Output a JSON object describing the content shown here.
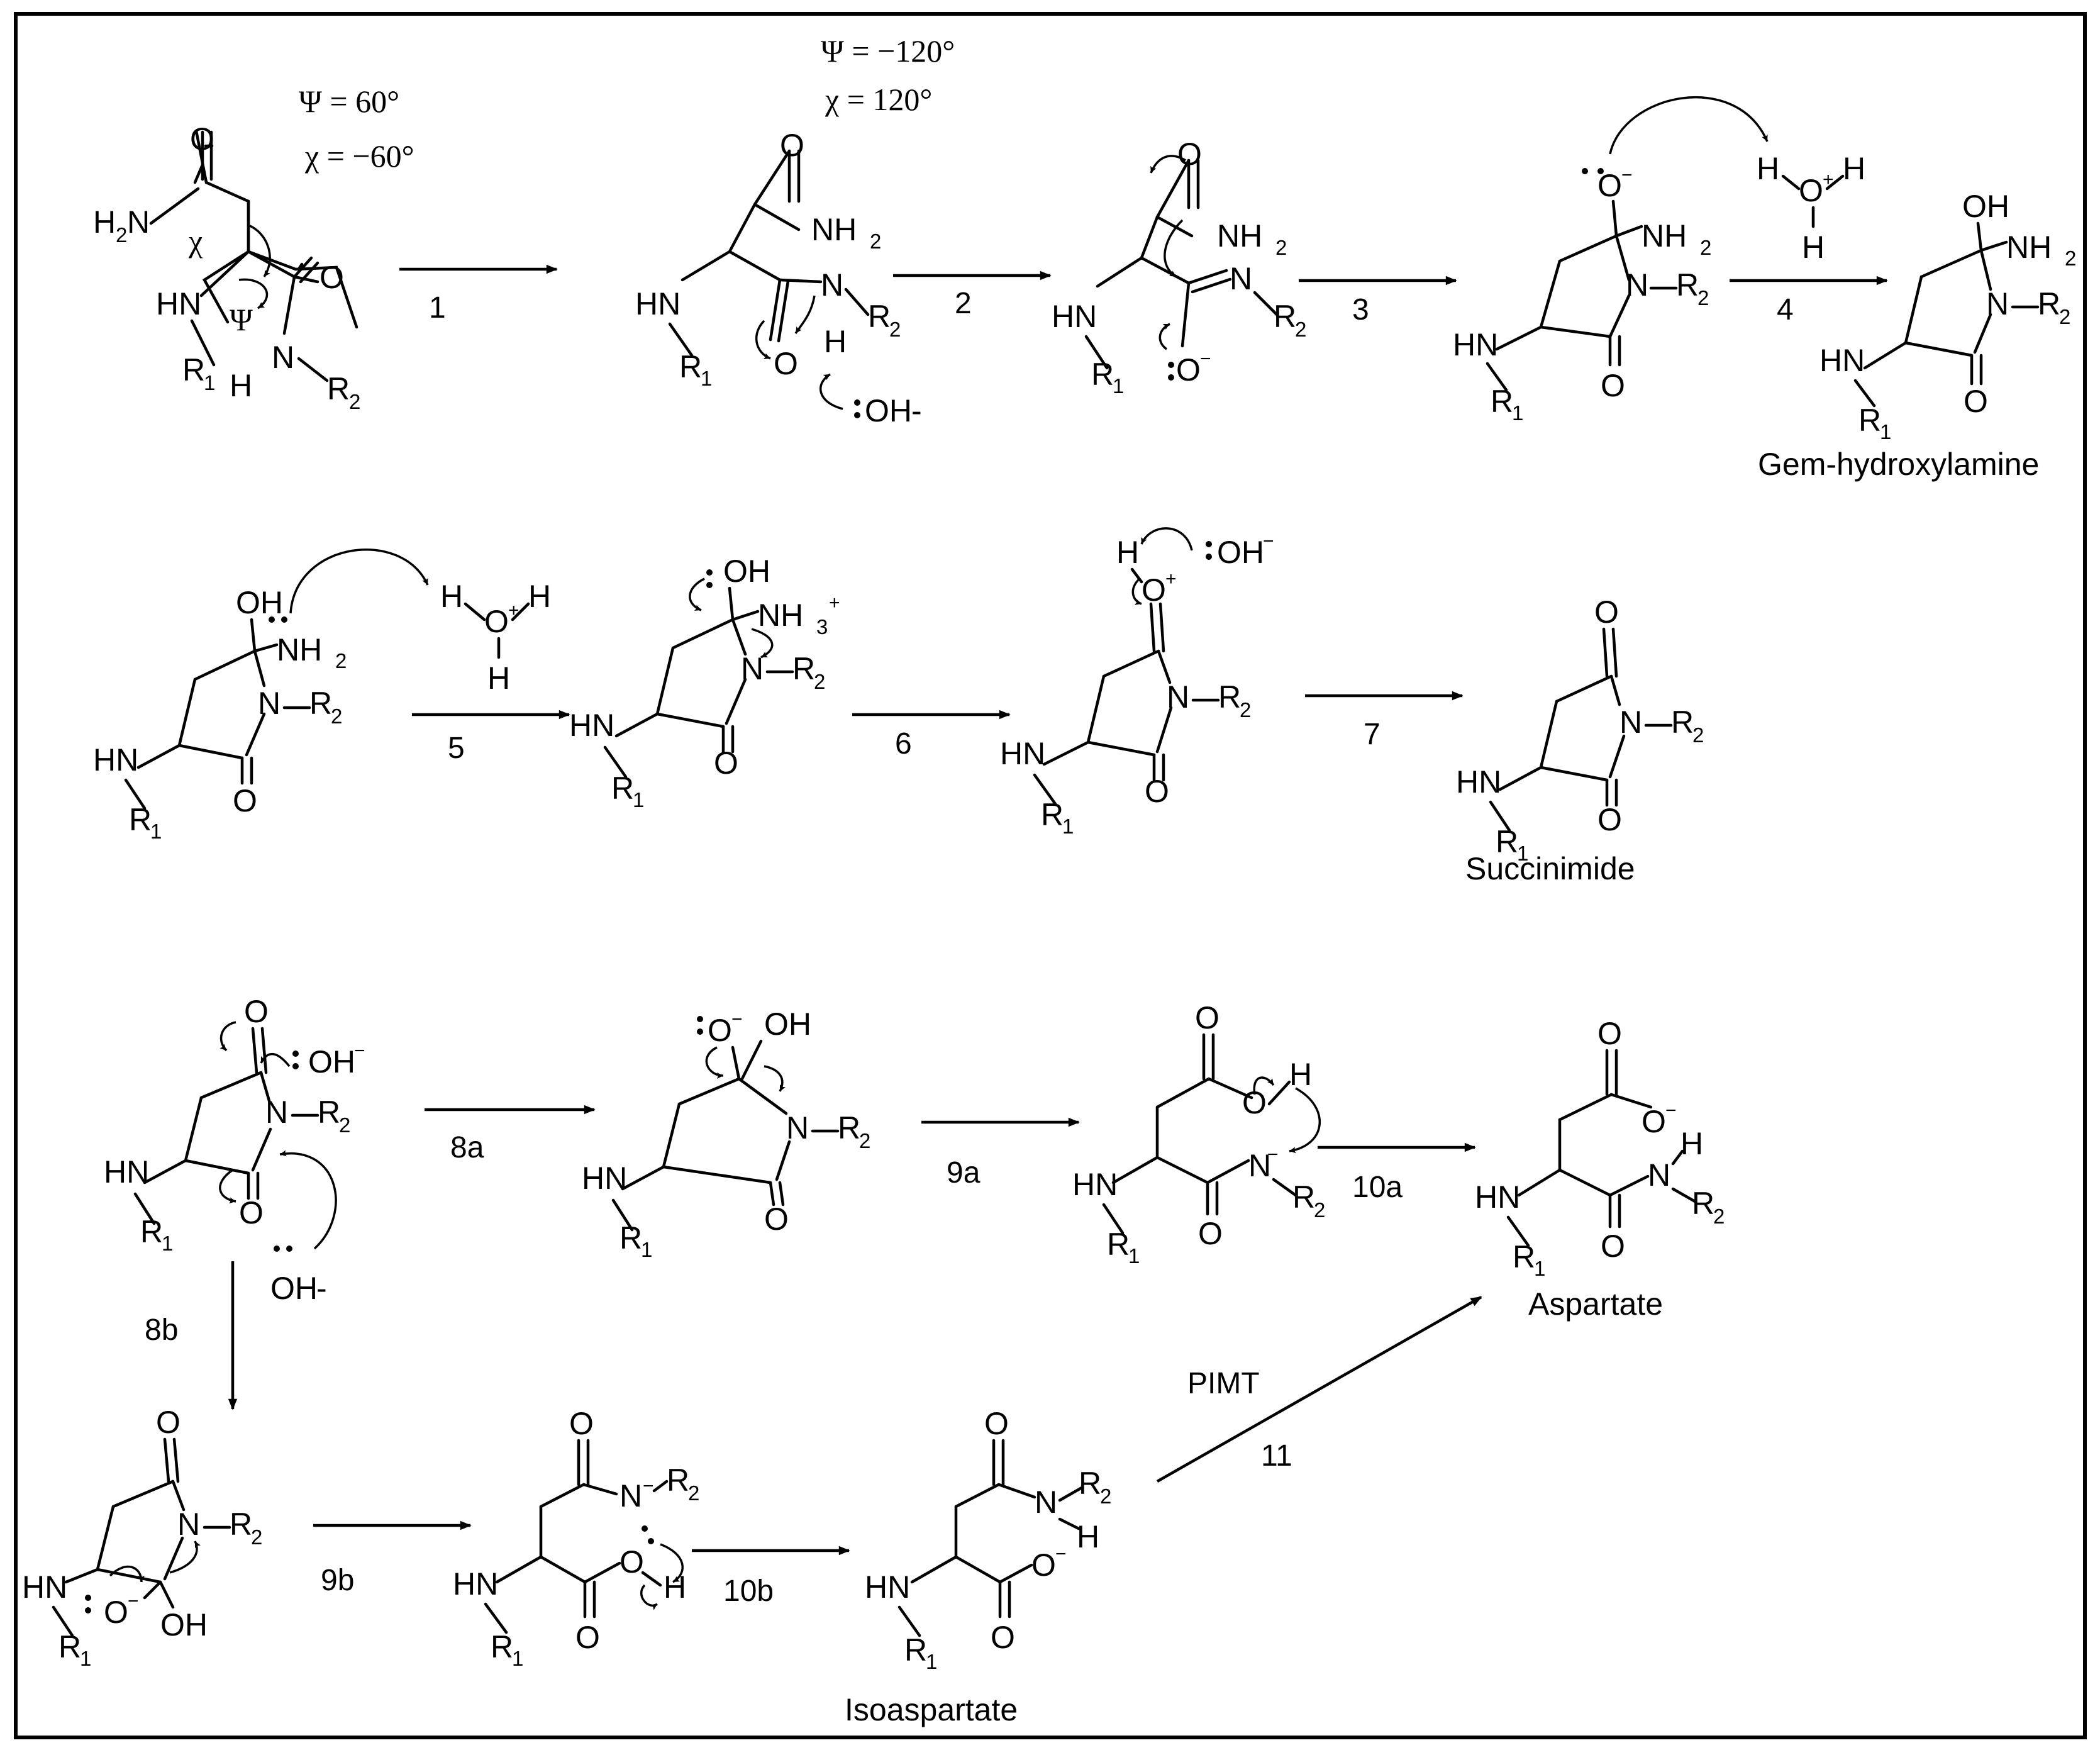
{
  "conformation": {
    "state_a": {
      "psi": "Ψ = 60°",
      "chi": "χ = −60°"
    },
    "state_b": {
      "psi": "Ψ = −120°",
      "chi": "χ = 120°"
    }
  },
  "atoms": {
    "O": "O",
    "H": "H",
    "N": "N",
    "HN": "HN",
    "R": "R",
    "OH": "OH",
    "NH": "NH",
    "one": "1",
    "two": "2",
    "three": "3",
    "plus": "+",
    "minus": "−",
    "hyphen": "-",
    "psi": "Ψ",
    "chi": "χ"
  },
  "steps": [
    "1",
    "2",
    "3",
    "4",
    "5",
    "6",
    "7",
    "8a",
    "9a",
    "10a",
    "8b",
    "9b",
    "10b",
    "11"
  ],
  "enzyme": "PIMT",
  "compounds": {
    "gem": "Gem-hydroxylamine",
    "succinimide": "Succinimide",
    "aspartate": "Aspartate",
    "isoaspartate": "Isoaspartate"
  }
}
